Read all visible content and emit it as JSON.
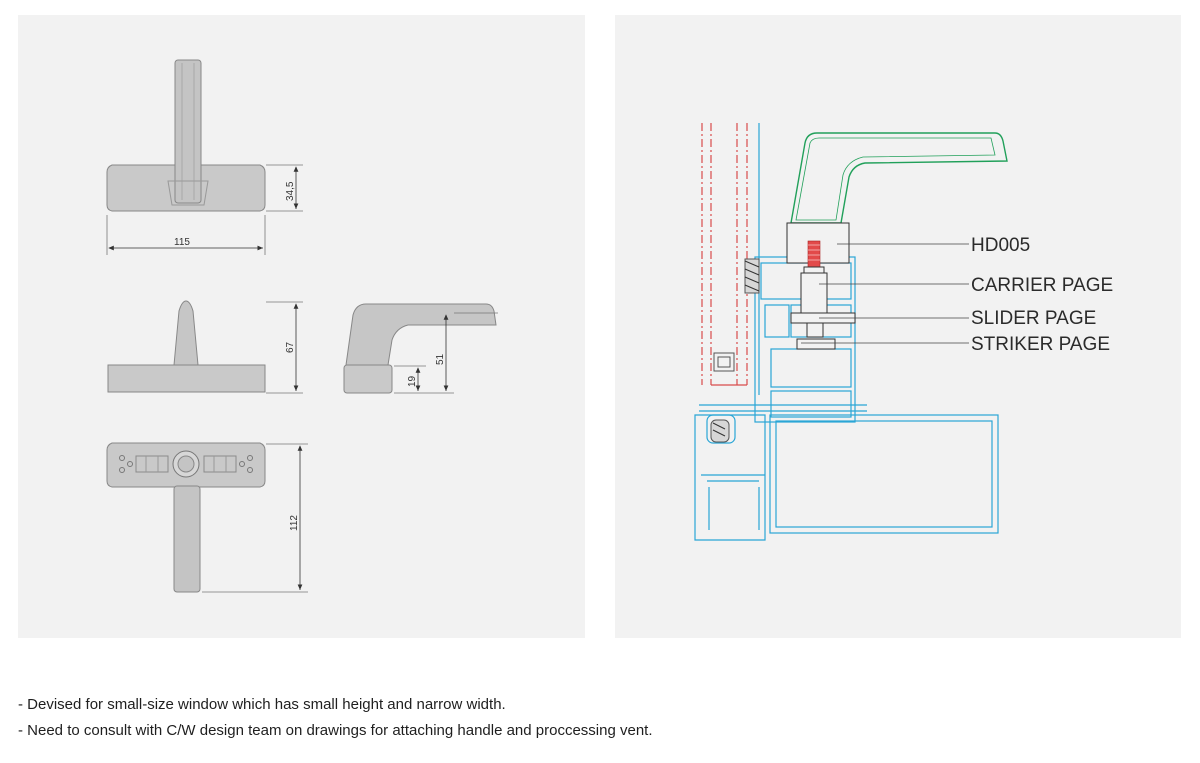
{
  "dimensions": {
    "width_label": "115",
    "height_label": "34,5",
    "side_height_label": "67",
    "handle_base_label": "19",
    "handle_height_label": "51",
    "length_label": "112"
  },
  "callouts": {
    "hd005": "HD005",
    "carrier": "CARRIER PAGE",
    "slider": "SLIDER PAGE",
    "striker": "STRIKER PAGE"
  },
  "notes": [
    "- Devised for small-size window which has small height and narrow width.",
    "- Need to consult with C/W design team on drawings for attaching handle and proccessing vent."
  ],
  "colors": {
    "panel_bg": "#f2f2f2",
    "part_fill": "#c8c8c8",
    "frame_line": "#2aa6d6",
    "handle_line": "#21a05a",
    "glass_line": "#d94b4b"
  }
}
